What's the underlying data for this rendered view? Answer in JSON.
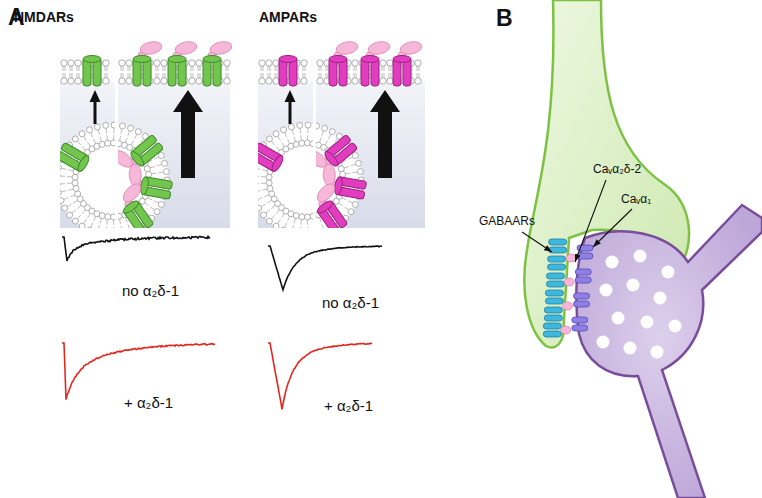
{
  "diagram": {
    "labels": [
      "A",
      "NMDARs",
      "AMPARs",
      "no α₂δ-1",
      "+ α₂δ-1",
      "no α₂δ-1",
      "+ α₂δ-1",
      "B",
      "GABAARs",
      "Caᵥα₂δ-2",
      "Caᵥα₁"
    ]
  }
}
